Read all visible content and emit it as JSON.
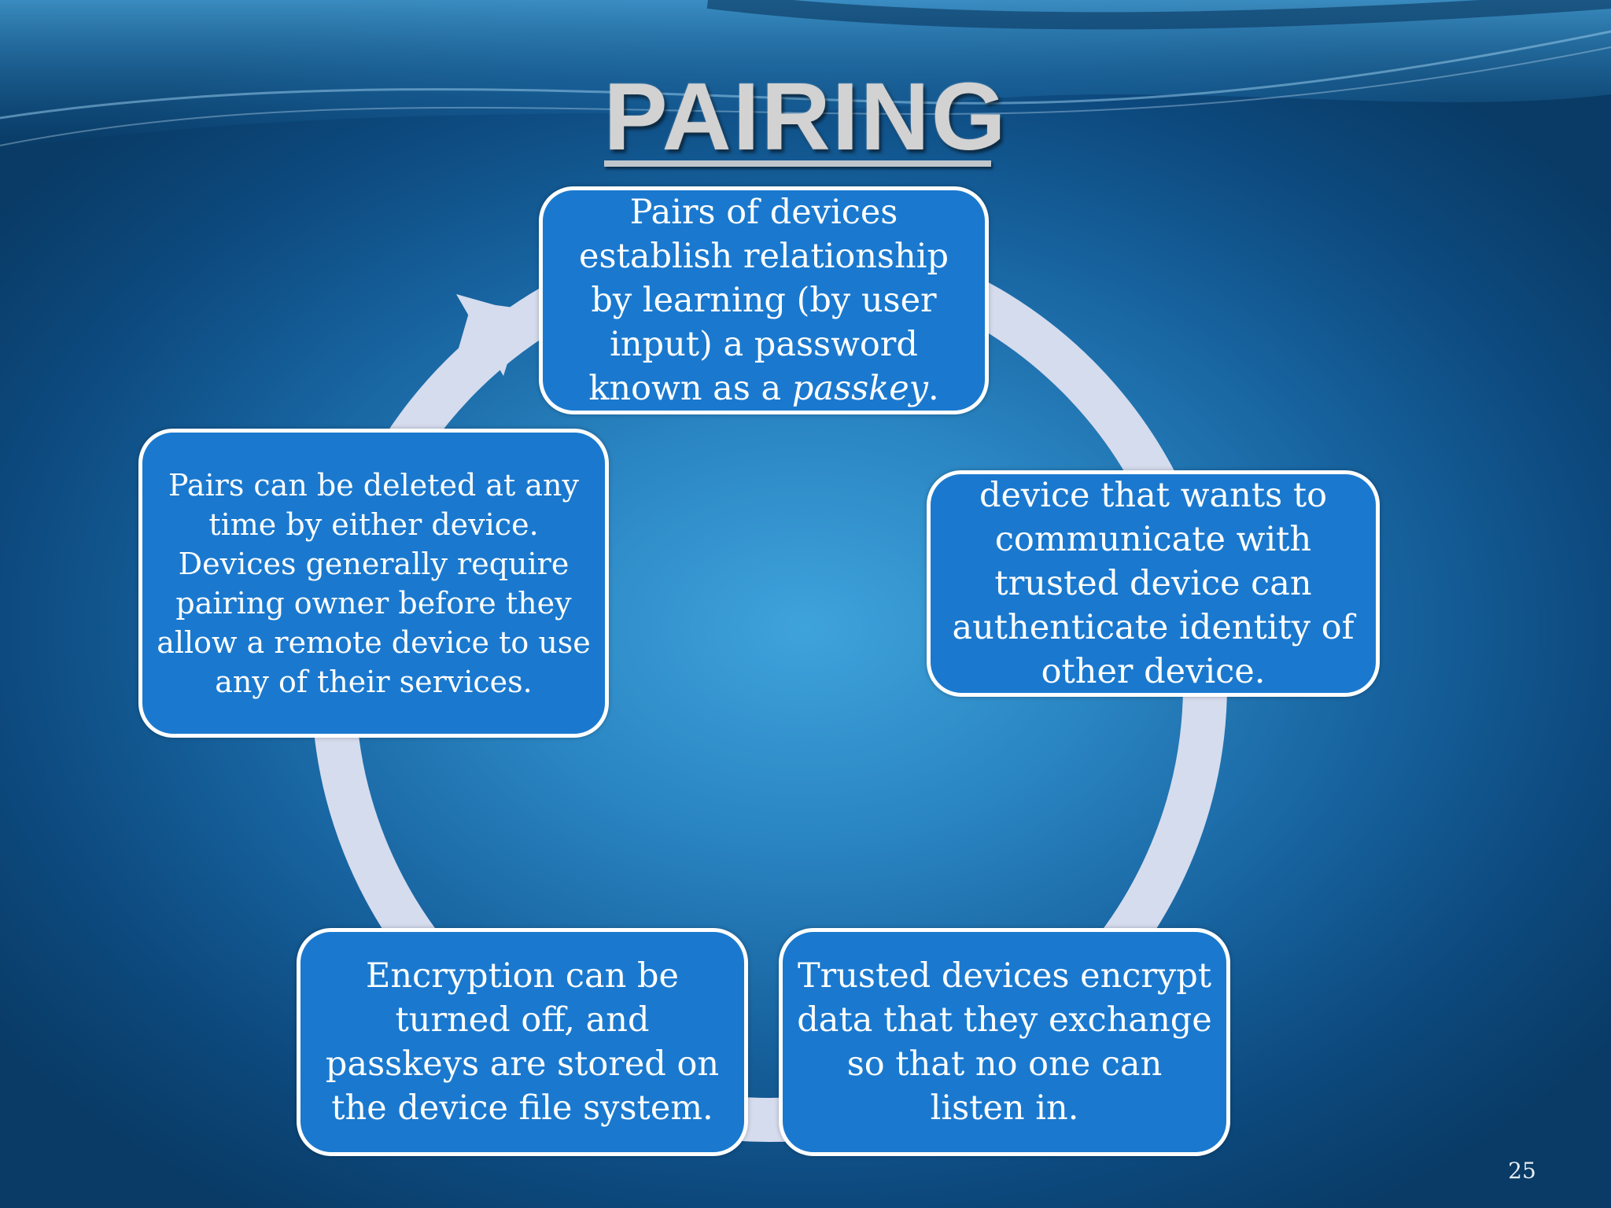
{
  "slide": {
    "title": "PAIRING",
    "page_number": "25"
  },
  "cycle": {
    "steps": [
      {
        "before": "Pairs of devices establish  relationship by learning (by user input) a password known as a ",
        "emphasis": "passkey",
        "after": "."
      },
      {
        "text": "device that wants to communicate  with trusted device can authenticate  identity of  other device."
      },
      {
        "text": "Trusted devices encrypt  data that they exchange so that no one can listen in."
      },
      {
        "text": "Encryption can be turned off, and passkeys are stored on the device file system."
      },
      {
        "text": "Pairs can be deleted at any time by either device. Devices generally require pairing  owner before they allow a remote device to use any of their services."
      }
    ]
  },
  "colors": {
    "box_fill": "#1a79cf",
    "box_border": "#ffffff",
    "cycle_ring": "#d5dcee",
    "title_text": "#d2d2d2"
  }
}
